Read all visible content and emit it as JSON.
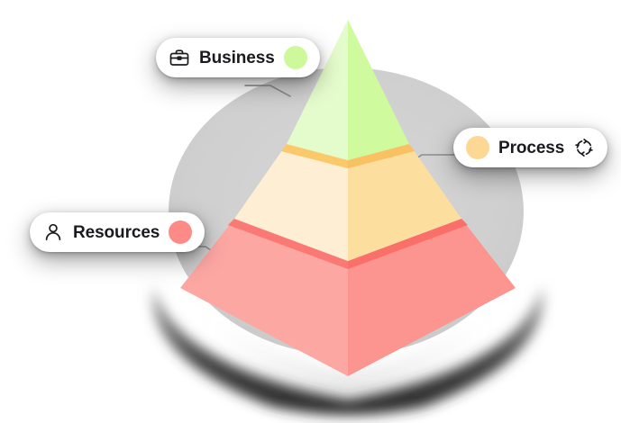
{
  "diagram": {
    "title": "Three-tier pyramid diagram",
    "type": "3d-pyramid",
    "tiers": [
      {
        "id": "business",
        "label": "Business",
        "position": "top",
        "icon": "briefcase-icon",
        "accent_color": "#cdf99b",
        "face_left_color": "#e4fbcb",
        "face_right_color": "#d0fa9e",
        "edge_color": "#b9f27f"
      },
      {
        "id": "process",
        "label": "Process",
        "position": "middle",
        "icon": "refresh-icon",
        "accent_color": "#fcd894",
        "face_left_color": "#fdeed4",
        "face_right_color": "#fcdf9f",
        "edge_color": "#fbc969"
      },
      {
        "id": "resources",
        "label": "Resources",
        "position": "bottom",
        "icon": "person-icon",
        "accent_color": "#fc8b87",
        "face_left_color": "#fda7a3",
        "face_right_color": "#fc948f",
        "edge_color": "#fb7974"
      }
    ],
    "labels": [
      {
        "name": "business",
        "text": "Business",
        "icon": "briefcase-icon",
        "icon_side": "left",
        "dot_side": "right",
        "dot_color": "#cdf99b"
      },
      {
        "name": "process",
        "text": "Process",
        "icon": "refresh-icon",
        "icon_side": "right",
        "dot_side": "left",
        "dot_color": "#fcd894"
      },
      {
        "name": "resources",
        "text": "Resources",
        "icon": "person-icon",
        "icon_side": "left",
        "dot_side": "right",
        "dot_color": "#fc8b87"
      }
    ],
    "backdrop": {
      "shape": "ellipse",
      "color": "#d0d0d0"
    },
    "ground_shadow_color": "#2e2e2e"
  }
}
